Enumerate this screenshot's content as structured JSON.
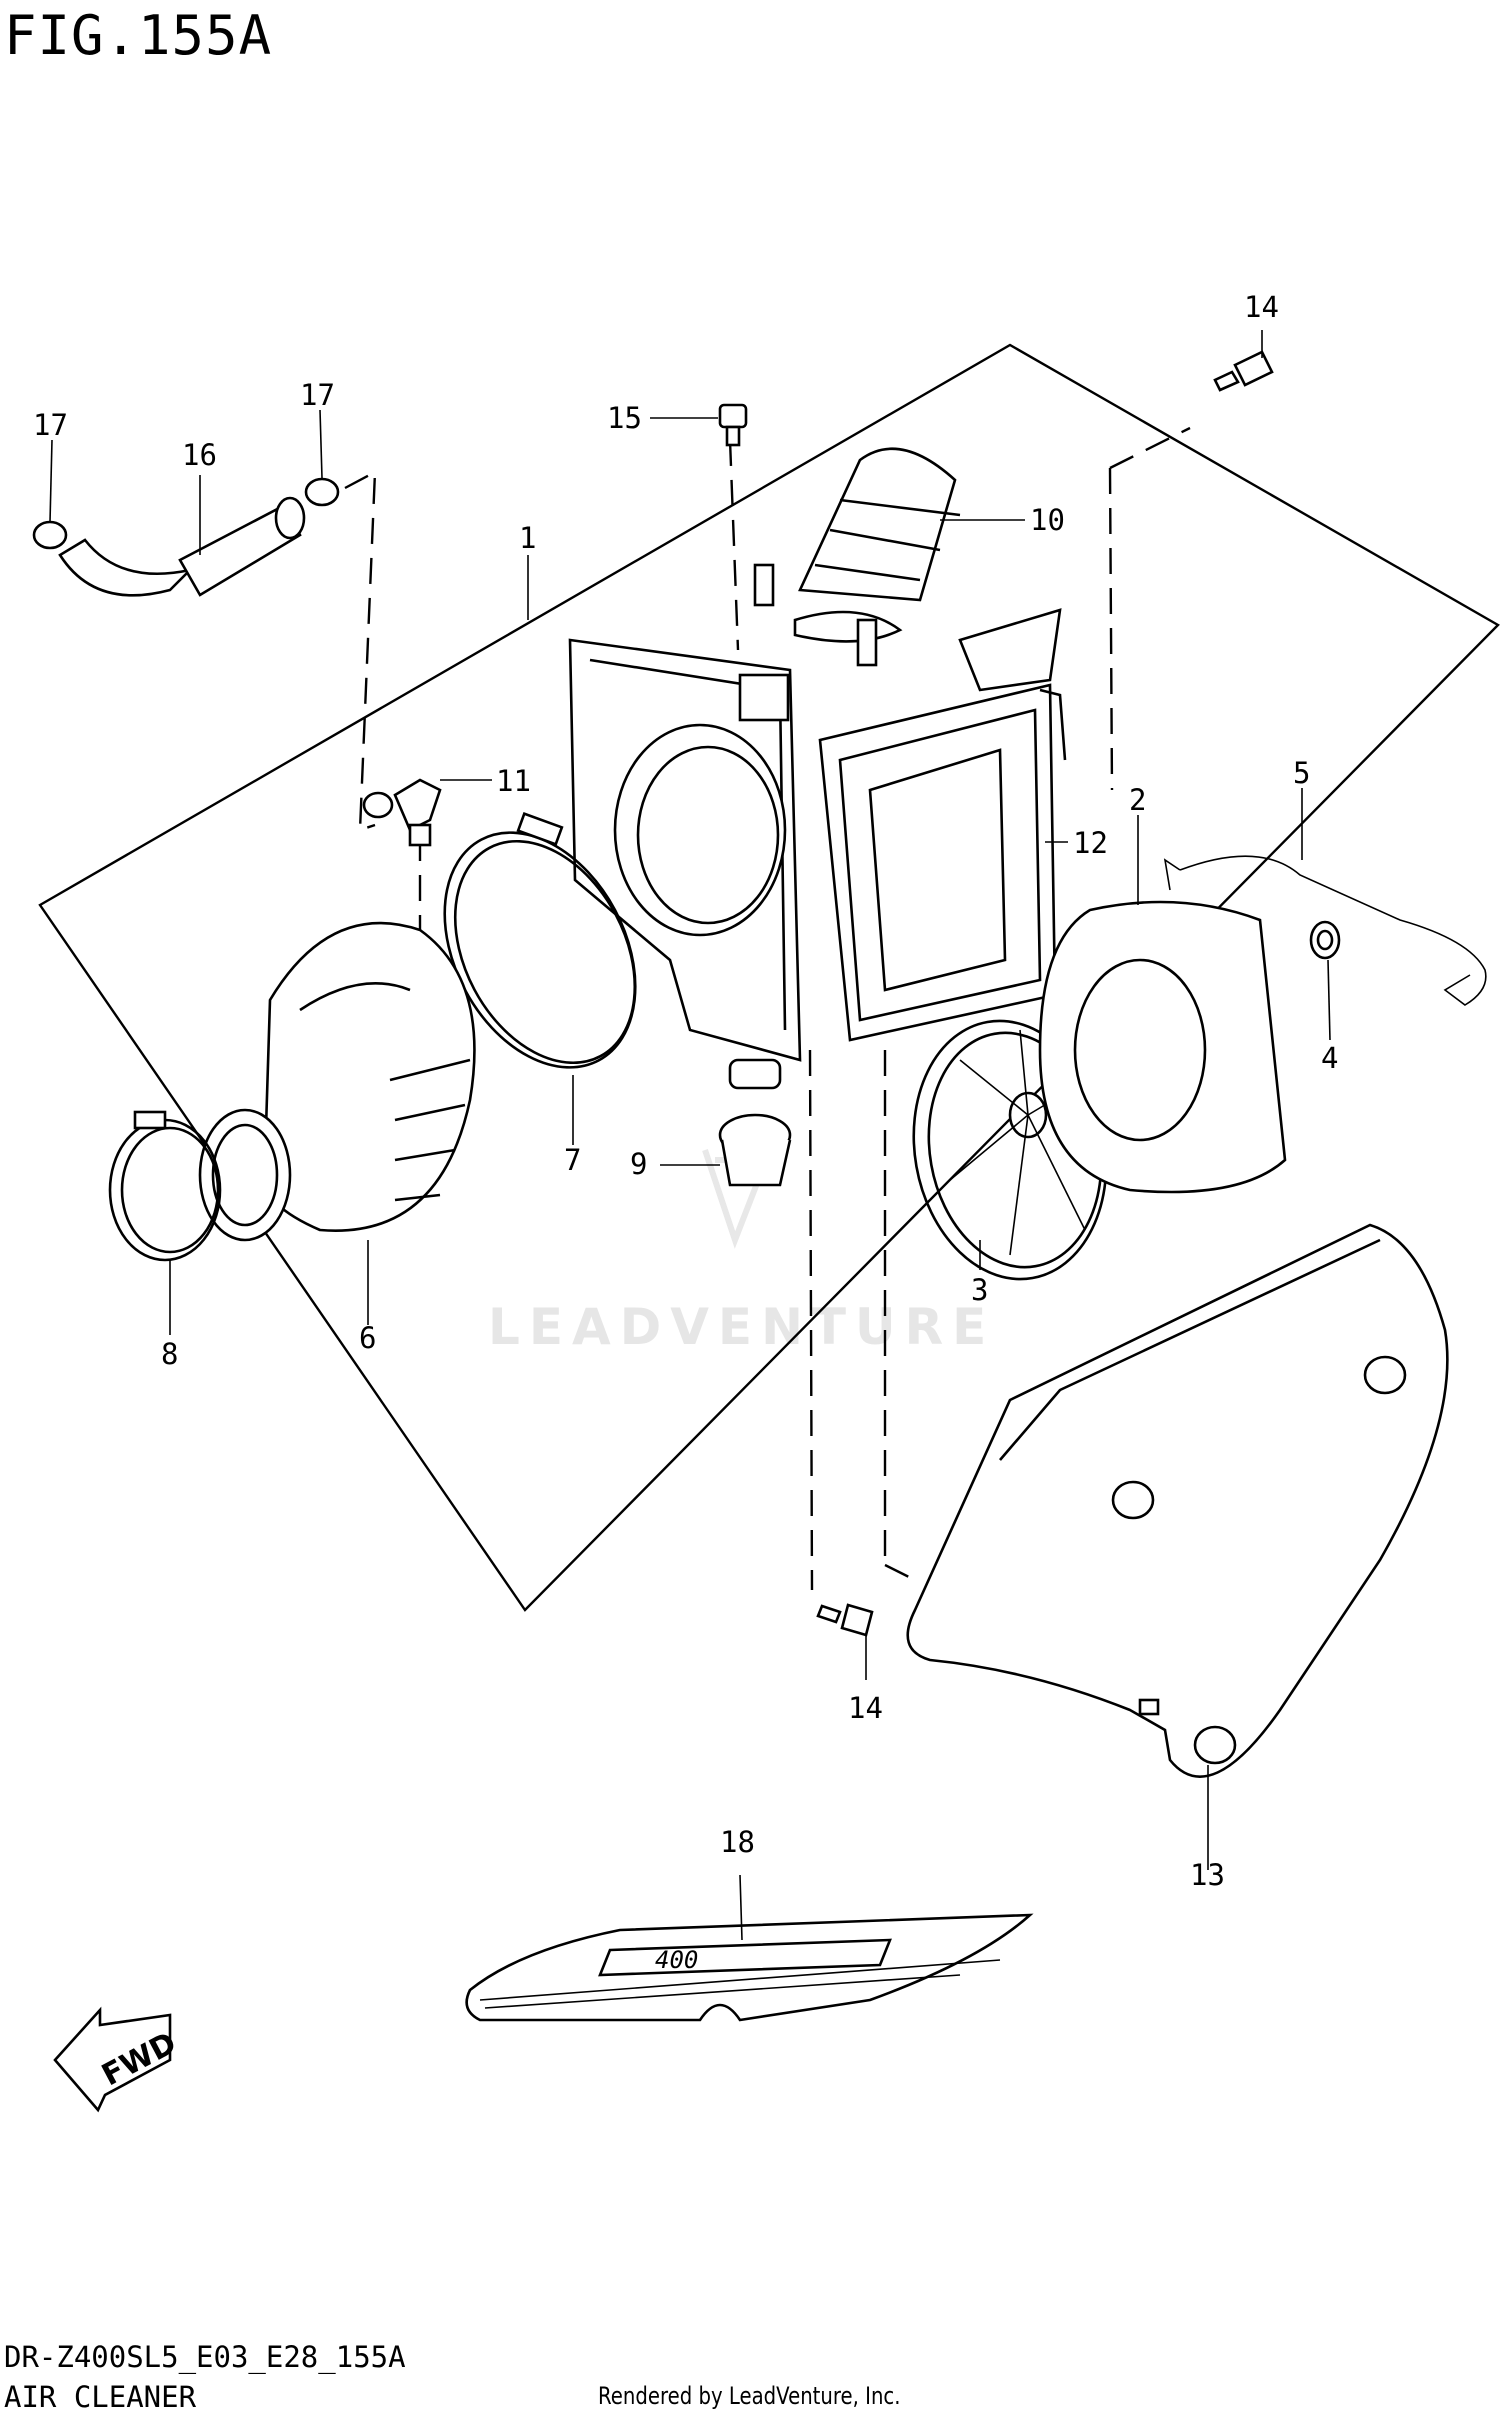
{
  "header": {
    "figure_title": "FIG.155A"
  },
  "callouts": {
    "c1": "1",
    "c2": "2",
    "c3": "3",
    "c4": "4",
    "c5": "5",
    "c6": "6",
    "c7": "7",
    "c8": "8",
    "c9": "9",
    "c10": "10",
    "c11": "11",
    "c12": "12",
    "c13": "13",
    "c14a": "14",
    "c14b": "14",
    "c15": "15",
    "c16": "16",
    "c17a": "17",
    "c17b": "17",
    "c18": "18"
  },
  "badge": {
    "fwd": "FWD"
  },
  "decal": {
    "text": "400"
  },
  "watermark": "LEADVENTURE",
  "footer": {
    "model_code": "DR-Z400SL5_E03_E28_155A",
    "assembly_name": "AIR CLEANER",
    "rendered_by": "Rendered by LeadVenture, Inc."
  }
}
